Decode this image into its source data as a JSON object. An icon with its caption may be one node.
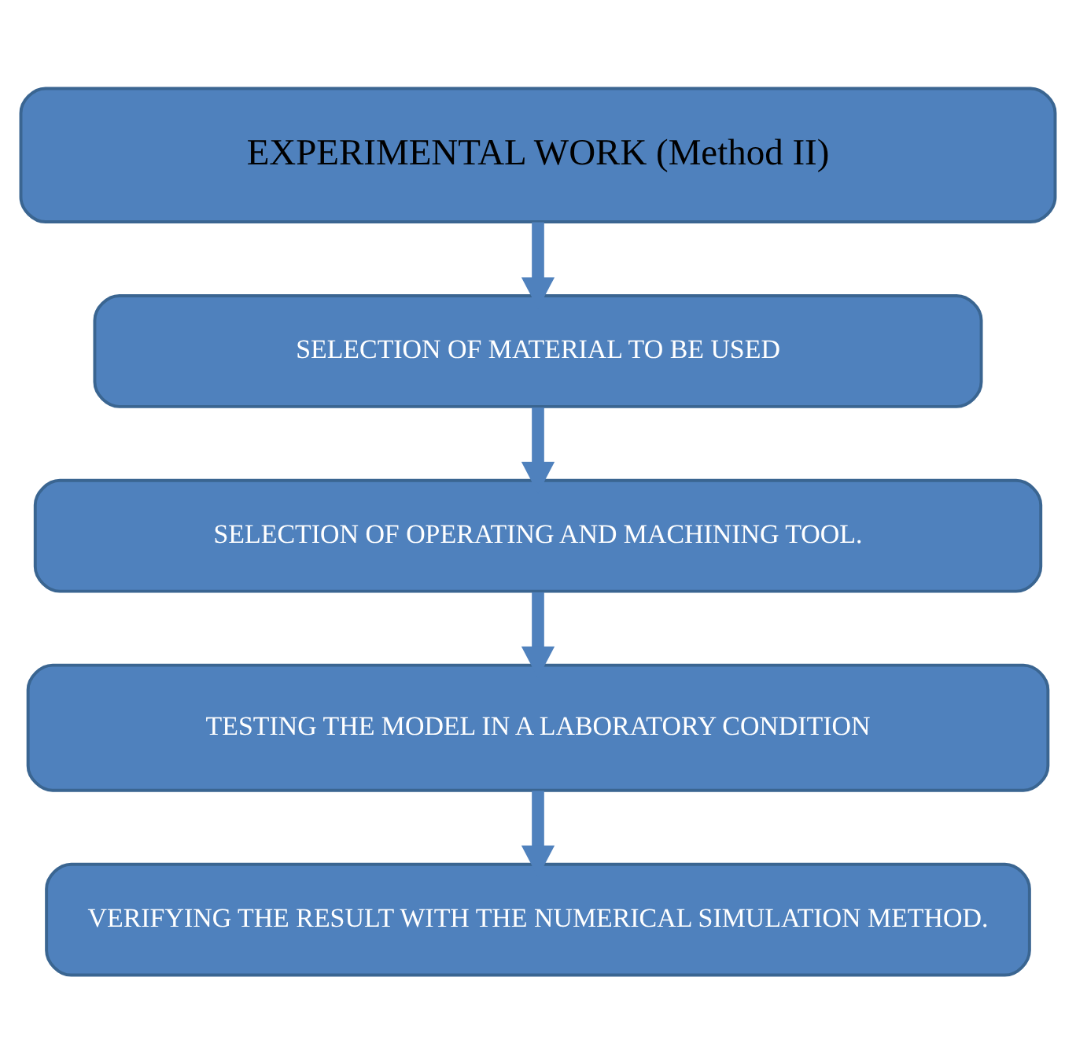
{
  "diagram": {
    "nodes": [
      {
        "text": [
          "EXPERIMENTAL WORK (Method II)"
        ]
      },
      {
        "text": [
          "SELECTION OF MATERIAL TO BE USED"
        ]
      },
      {
        "text": [
          "SELECTION OF OPERATING AND MACHINING TOOL."
        ]
      },
      {
        "text": [
          "TESTING THE MODEL IN A LABORATORY CONDITION"
        ]
      },
      {
        "text": [
          "VERIFYING THE RESULT WITH THE NUMERICAL SIMULATION METHOD."
        ]
      }
    ],
    "edges": [
      {
        "from": 0,
        "to": 1,
        "arrow": "to"
      },
      {
        "from": 1,
        "to": 2,
        "arrow": "to"
      },
      {
        "from": 2,
        "to": 3,
        "arrow": "to"
      },
      {
        "from": 3,
        "to": 4,
        "arrow": "to"
      }
    ]
  }
}
